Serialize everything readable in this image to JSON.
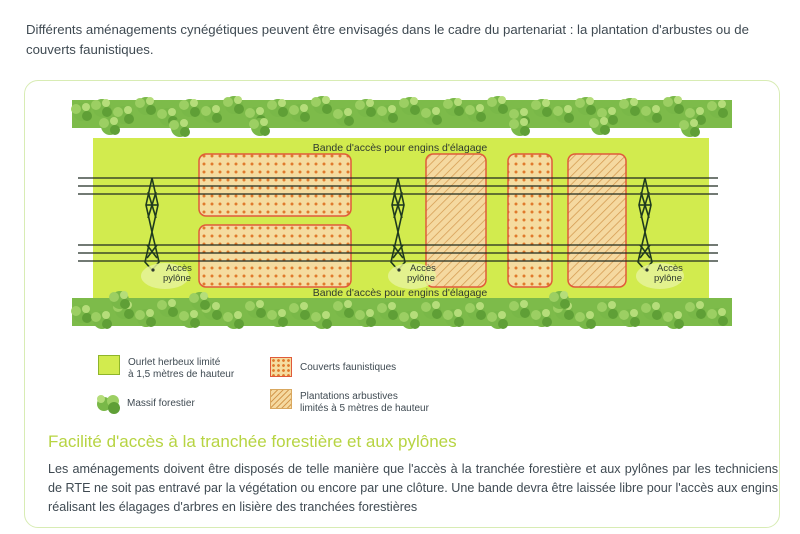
{
  "intro": "Différents aménagements cynégétiques peuvent être envisagés dans le cadre du partenariat : la plantation d'arbustes ou de couverts faunistiques.",
  "diagram": {
    "band_label_top": "Bande d'accès pour engins d'élagage",
    "band_label_bottom": "Bande d'accès pour engins d'élagage",
    "pylon_label_line1": "Accès",
    "pylon_label_line2": "pylône"
  },
  "legend": {
    "grass": "Ourlet herbeux limité\nà 1,5 mètres de hauteur",
    "forest": "Massif forestier",
    "cover": "Couverts faunistiques",
    "shrubs": "Plantations arbustives\nlimités à 5 mètres de hauteur"
  },
  "section": {
    "title": "Facilité d'accès à la tranchée forestière et aux pylônes",
    "body": "Les aménagements doivent être disposés de telle manière que l'accès à la tranchée forestière et aux pylônes par les techniciens de RTE ne soit pas entravé par la végétation ou encore par une clôture. Une bande devra être laissée libre pour l'accès aux engins réalisant les élagages d'arbres en lisière des tranchées forestières"
  },
  "colors": {
    "grass": "#d2eb4e",
    "forest": "#7dbb4a",
    "cover_border": "#e05a3a",
    "title_green": "#b7d442"
  }
}
